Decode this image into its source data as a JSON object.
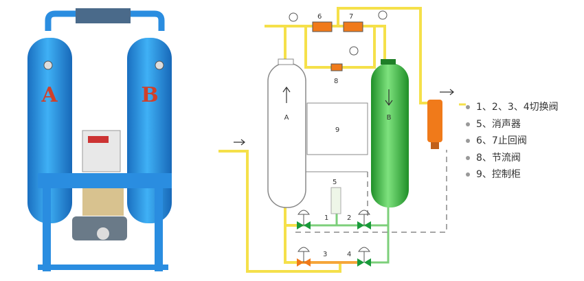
{
  "photo": {
    "tank_a_label": "A",
    "tank_b_label": "B"
  },
  "diagram": {
    "tank_a_label": "A",
    "tank_b_label": "B",
    "valve_labels": [
      "1",
      "2",
      "3",
      "4",
      "5",
      "6",
      "7",
      "8"
    ],
    "control_box_label": "9"
  },
  "legend": [
    "1、2、3、4切换阀",
    "5、消声器",
    "6、7止回阀",
    "8、节流阀",
    "9、控制柜"
  ],
  "colors": {
    "tank_blue": "#1e8fe0",
    "pipe_yellow": "#f5e04a",
    "tank_green": "#2fb83a",
    "valve_orange": "#f07a1a",
    "letter_red": "#d0402a"
  }
}
